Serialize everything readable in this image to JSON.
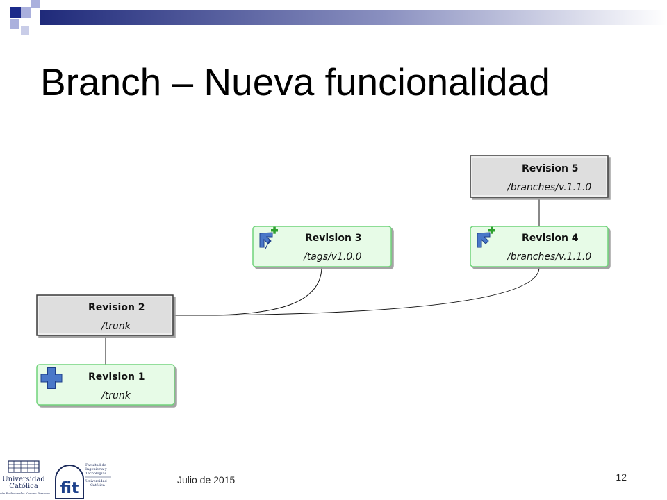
{
  "slide": {
    "title": "Branch – Nueva funcionalidad",
    "footer_date": "Julio de 2015",
    "page_number": "12"
  },
  "diagram": {
    "nodes": [
      {
        "id": "rev5",
        "title": "Revision 5",
        "path": "/branches/v.1.1.0",
        "style": "plain",
        "icon": "none"
      },
      {
        "id": "rev3",
        "title": "Revision 3",
        "path": "/tags/v1.0.0",
        "style": "green",
        "icon": "copy-add-icon"
      },
      {
        "id": "rev4",
        "title": "Revision 4",
        "path": "/branches/v.1.1.0",
        "style": "green",
        "icon": "copy-add-icon"
      },
      {
        "id": "rev2",
        "title": "Revision 2",
        "path": "/trunk",
        "style": "plain",
        "icon": "none"
      },
      {
        "id": "rev1",
        "title": "Revision 1",
        "path": "/trunk",
        "style": "green",
        "icon": "add-icon"
      }
    ],
    "edges": [
      {
        "from": "rev1",
        "to": "rev2"
      },
      {
        "from": "rev2",
        "to": "rev3"
      },
      {
        "from": "rev2",
        "to": "rev4"
      },
      {
        "from": "rev4",
        "to": "rev5"
      }
    ]
  },
  "logos": {
    "uc_name": "Universidad Católica",
    "fit_caption": "Facultad de Ingeniería y Tecnologías",
    "fit_sub": "Universidad Católica"
  },
  "colors": {
    "node_green_fill": "#e7fbe7",
    "node_green_border": "#6fd37a",
    "node_plain_fill": "#dedede",
    "node_plain_border": "#3a3a3a",
    "navy": "#1b2a8a",
    "lavender": "#aab0dd"
  }
}
